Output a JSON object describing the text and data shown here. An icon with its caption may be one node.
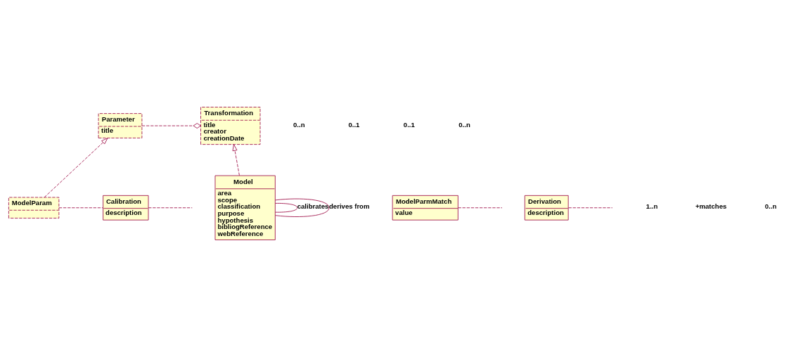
{
  "diagram": {
    "nodes": [
      {
        "text": [
          "Parameter",
          "title"
        ]
      },
      {
        "text": [
          "Transformation",
          "title",
          "creator",
          "creationDate"
        ]
      },
      {
        "text": [
          "ModelParam"
        ]
      },
      {
        "text": [
          "ModelParmMatch",
          "value"
        ]
      },
      {
        "text": [
          "Calibration",
          "description"
        ]
      },
      {
        "text": [
          "Model",
          "area",
          "scope",
          "classification",
          "purpose",
          "hypothesis",
          "bibliogReference",
          "webReference"
        ]
      },
      {
        "text": [
          "Derivation",
          "description"
        ]
      }
    ],
    "edges": [
      {
        "from": 0,
        "to": 1,
        "arrow": "other",
        "style": "dashed"
      },
      {
        "from": 2,
        "to": 0,
        "arrow": "to",
        "style": "dashed"
      },
      {
        "from": 5,
        "to": 1,
        "arrow": "to",
        "style": "dashed"
      },
      {
        "from": 2,
        "to": 4,
        "arrow": "none",
        "style": "dashed"
      },
      {
        "from": 3,
        "to": null,
        "arrow": "none",
        "style": "dashed"
      },
      {
        "from": 5,
        "to": 5,
        "arrow": "none",
        "label": "calibrates"
      },
      {
        "from": 4,
        "to": null,
        "arrow": "none",
        "style": "dashed"
      },
      {
        "from": 5,
        "to": 5,
        "arrow": "none",
        "label": "derives from"
      },
      {
        "from": 6,
        "to": null,
        "arrow": "none",
        "style": "dashed"
      }
    ],
    "labels": [
      "1..n",
      "+matches",
      "0..n",
      "0..n",
      "0..1",
      "0..1",
      "0..n"
    ]
  }
}
